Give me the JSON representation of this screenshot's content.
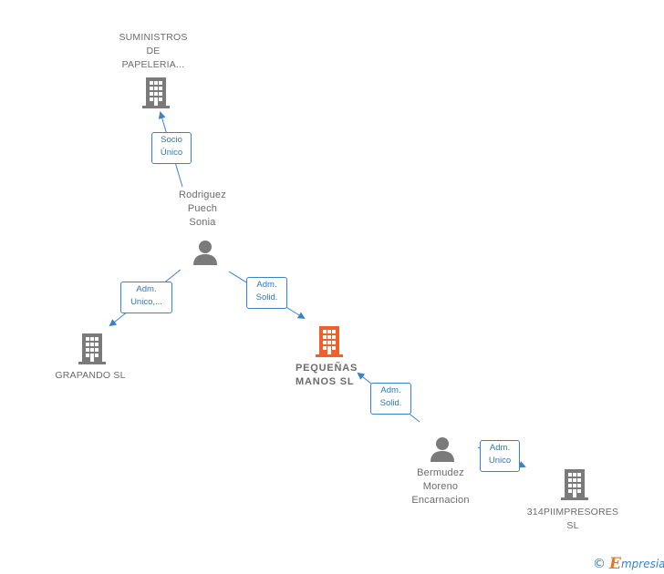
{
  "colors": {
    "edge": "#3b82c9",
    "node_gray": "#7a7a7a",
    "node_focus": "#f0602a"
  },
  "nodes": {
    "suministros": {
      "label": "SUMINISTROS\nDE\nPAPELERIA...",
      "type": "company"
    },
    "rodriguez": {
      "label": "Rodriguez\nPuech\nSonia",
      "type": "person"
    },
    "grapando": {
      "label": "GRAPANDO  SL",
      "type": "company"
    },
    "pequenas": {
      "label": "PEQUEÑAS\nMANOS  SL",
      "type": "company-focus"
    },
    "bermudez": {
      "label": "Bermudez\nMoreno\nEncarnacion",
      "type": "person"
    },
    "impresores": {
      "label": "314PIIMPRESORES\nSL",
      "type": "company"
    }
  },
  "edges": {
    "socio_unico": {
      "label": "Socio\nÚnico"
    },
    "adm_unico_grapando": {
      "label": "Adm.\nUnico,..."
    },
    "adm_solid_rodriguez": {
      "label": "Adm.\nSolid."
    },
    "adm_solid_bermudez": {
      "label": "Adm.\nSolid."
    },
    "adm_unico_impresores": {
      "label": "Adm.\nUnico"
    }
  },
  "footer": {
    "copyright": "©",
    "brand_initial": "E",
    "brand_rest": "mpresia"
  }
}
